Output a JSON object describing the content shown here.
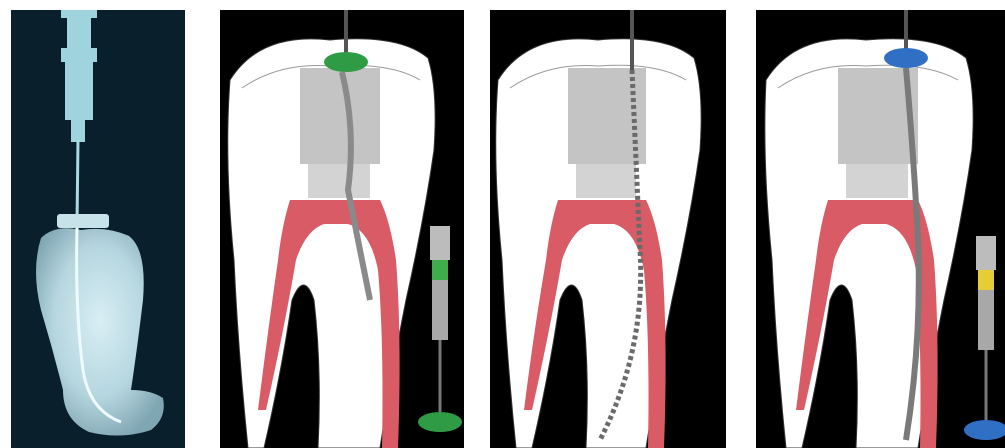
{
  "panels": [
    {
      "id": "radiograph",
      "kind": "x-ray",
      "background": "#0a1f2c"
    },
    {
      "id": "illustration-1",
      "kind": "diagram",
      "stopper_color": "#2f9b45",
      "handle_band_color": "#3fae4a"
    },
    {
      "id": "illustration-2",
      "kind": "diagram",
      "stopper_color": null
    },
    {
      "id": "illustration-3",
      "kind": "diagram",
      "stopper_color": "#2f6fc4",
      "handle_band_color": "#e6cc35"
    }
  ],
  "colors": {
    "tooth_enamel": "#ffffff",
    "cavity_gray": "#c4c4c4",
    "pulp": "#d95b66",
    "pulp_dark": "#a8323d",
    "background": "#000000"
  }
}
